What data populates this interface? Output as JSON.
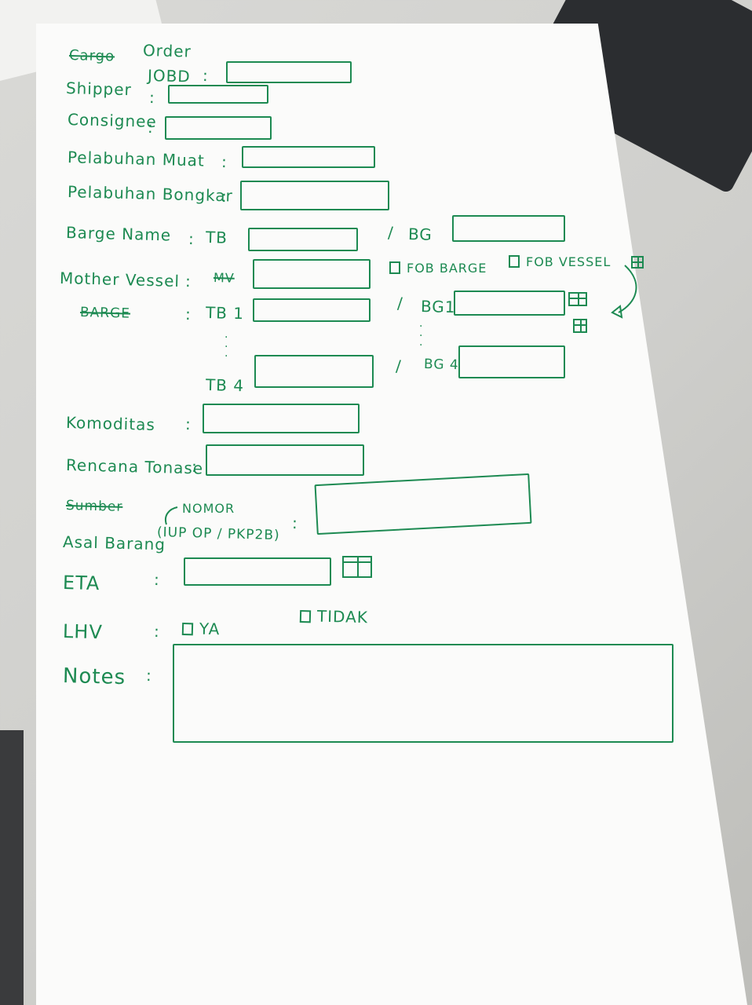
{
  "form": {
    "heading_struck": "Cargo",
    "heading": "Order",
    "jobd_label": "JOBD",
    "shipper_label": "Shipper",
    "consignee_label": "Consignee",
    "pelabuhan_muat_label": "Pelabuhan Muat",
    "pelabuhan_bongkar_label": "Pelabuhan Bongkar",
    "barge_name_label": "Barge Name",
    "tb_label": "TB",
    "bg_label": "BG",
    "mother_vessel_label": "Mother Vessel",
    "mv_struck": "MV",
    "barge_struck": "BARGE",
    "tb1_label": "TB 1",
    "tb4_label": "TB 4",
    "bg1_label": "BG1",
    "bg4_label": "BG 4",
    "fob_barge_label": "FOB BARGE",
    "fob_vessel_label": "FOB VESSEL",
    "komoditas_label": "Komoditas",
    "rencana_tonase_label": "Rencana Tonase",
    "sumber_struck": "Sumber",
    "nomor_label": "NOMOR",
    "asal_barang_label": "Asal Barang",
    "iup_label": "(IUP OP / PKP2B)",
    "eta_label": "ETA",
    "lhv_label": "LHV",
    "ya_label": "YA",
    "tidak_label": "TIDAK",
    "notes_label": "Notes",
    "colon": ":"
  },
  "colors": {
    "ink": "#1d8a52",
    "paper": "#fbfbfa"
  }
}
